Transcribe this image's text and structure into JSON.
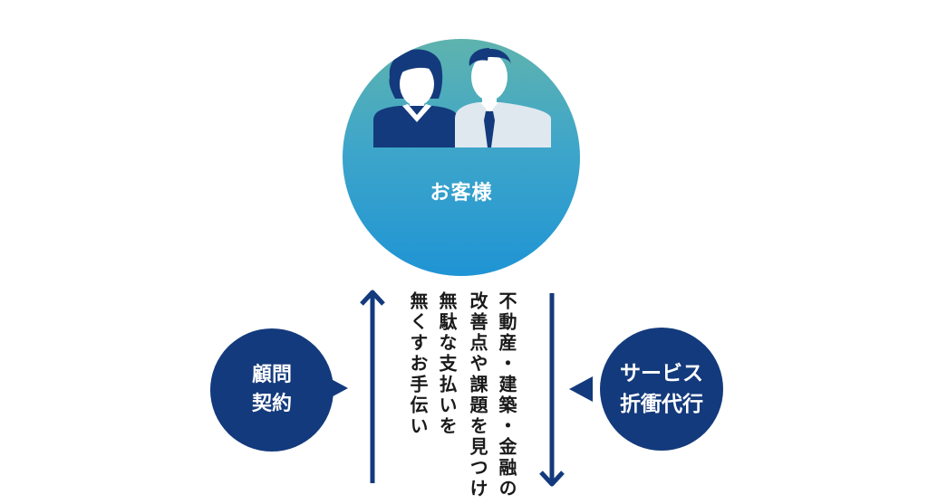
{
  "center": {
    "label": "お客様"
  },
  "left_bubble": {
    "line1": "顧問",
    "line2": "契約"
  },
  "right_bubble": {
    "line1": "サービス",
    "line2": "折衝代行"
  },
  "vertical_text": {
    "col1": "不動産・建築・金融の",
    "col2": "改善点や課題を見つけ",
    "col3": "無駄な支払いを",
    "col4": "無くすお手伝い"
  },
  "colors": {
    "navy": "#133a7c",
    "teal": "#5eb3ad",
    "blue": "#1f94d4"
  },
  "icons": {
    "people": "business-people-icon",
    "up_arrow": "arrow-up-icon",
    "down_arrow": "arrow-down-icon"
  }
}
